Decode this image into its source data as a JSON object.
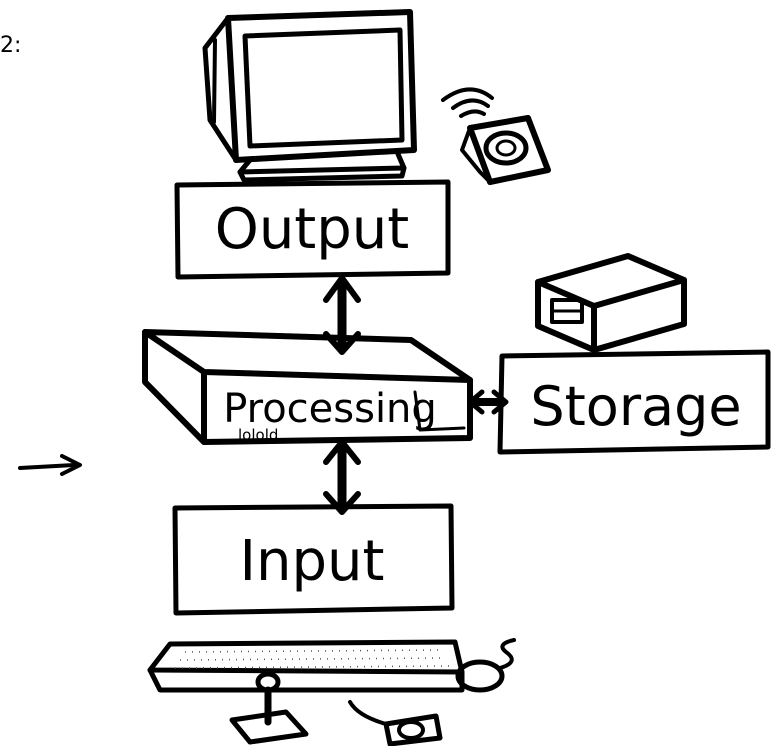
{
  "corner_text": "2:",
  "boxes": {
    "output": "Output",
    "processing": "Processing",
    "storage": "Storage",
    "input": "Input"
  },
  "case_mark": "lolold"
}
